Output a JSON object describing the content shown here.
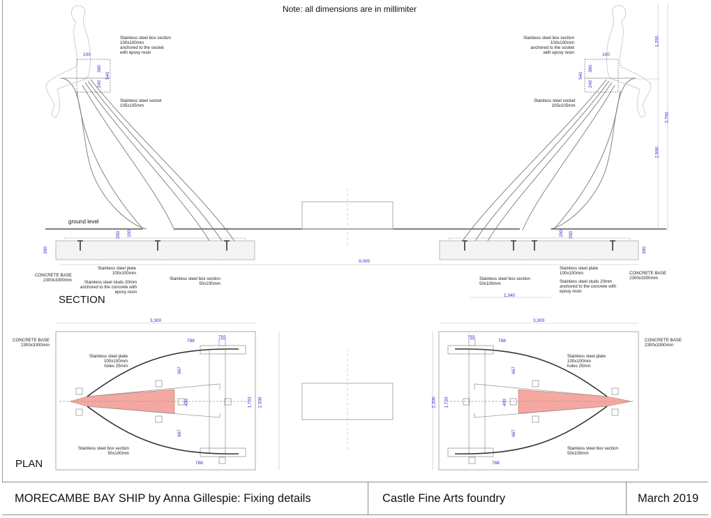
{
  "note": "Note: all dimensions are in millimiter",
  "views": {
    "section_title": "SECTION",
    "plan_title": "PLAN"
  },
  "section": {
    "ground_label": "ground level",
    "left": {
      "box_section_label": "Stainless steel box section\n100x100mm\nanchored to the socket\nwith epoxy resin",
      "socket_label": "Stainless steel socket\n105x105mm",
      "concrete_label": "CONCRETE BASE\n2300x3300mm",
      "plate_label": "Stainless steel plate\n100x100mm",
      "studs_label": "Stainless steel studs 20mm\nanchored to the concrete with\nepoxy resin",
      "box_section_base_label": "Stainless steel box section\n50x100mm",
      "dims": {
        "w100": "100",
        "h300": "300",
        "h540": "540",
        "h240": "240",
        "d200": "200",
        "d150": "150",
        "d300": "300"
      }
    },
    "right": {
      "box_section_label": "Stainless steel box section\n100x100mm\nanchored to the socket\nwith epoxy resin",
      "socket_label": "Stainless steel socket\n105x105mm",
      "concrete_label": "CONCRETE BASE\n2300x3300mm",
      "plate_label": "Stainless steel plate\n100x100mm",
      "studs_label": "Stainless steel studs 20mm\nanchored to the concrete with\nepoxy resin",
      "box_section_base_label": "Stainless steel box section\n50x100mm",
      "dims": {
        "w100": "100",
        "h300": "300",
        "h540": "540",
        "h240": "240",
        "d200": "200",
        "d150": "150",
        "d300": "300",
        "d1340": "1,340",
        "h1250": "1,250",
        "h2500": "2,500",
        "h3750": "3,750"
      }
    },
    "span_dim": "9,000"
  },
  "plan": {
    "left": {
      "width_dim": "3,300",
      "height_dim": "2,300",
      "inner_dim": "1,733",
      "d788a": "788",
      "d755": "755",
      "d667a": "667",
      "d667b": "667",
      "d400": "400",
      "d788b": "788",
      "concrete_label": "CONCRETE BASE\n2300x3300mm",
      "plate_label": "Stainless steel plate\n100x100mm\nholes 25mm",
      "box_label": "Stainless steel box section\n50x100mm"
    },
    "right": {
      "width_dim": "3,300",
      "height_dim": "2,300",
      "inner_dim": "1,733",
      "d788a": "788",
      "d755": "755",
      "d667a": "667",
      "d667b": "667",
      "d400": "400",
      "d788b": "788",
      "concrete_label": "CONCRETE BASE\n2300x3300mm",
      "plate_label": "Stainless steel plate\n100x100mm\nholes 25mm",
      "box_label": "Stainless steel box section\n50x100mm"
    }
  },
  "footer": {
    "title": "MORECAMBE BAY SHIP by Anna Gillespie: Fixing details",
    "foundry": "Castle Fine Arts foundry",
    "date": "March 2019"
  },
  "colors": {
    "dimension": "#2b2bd6",
    "highlight_fill": "#f4a8a0",
    "line": "#555555"
  }
}
